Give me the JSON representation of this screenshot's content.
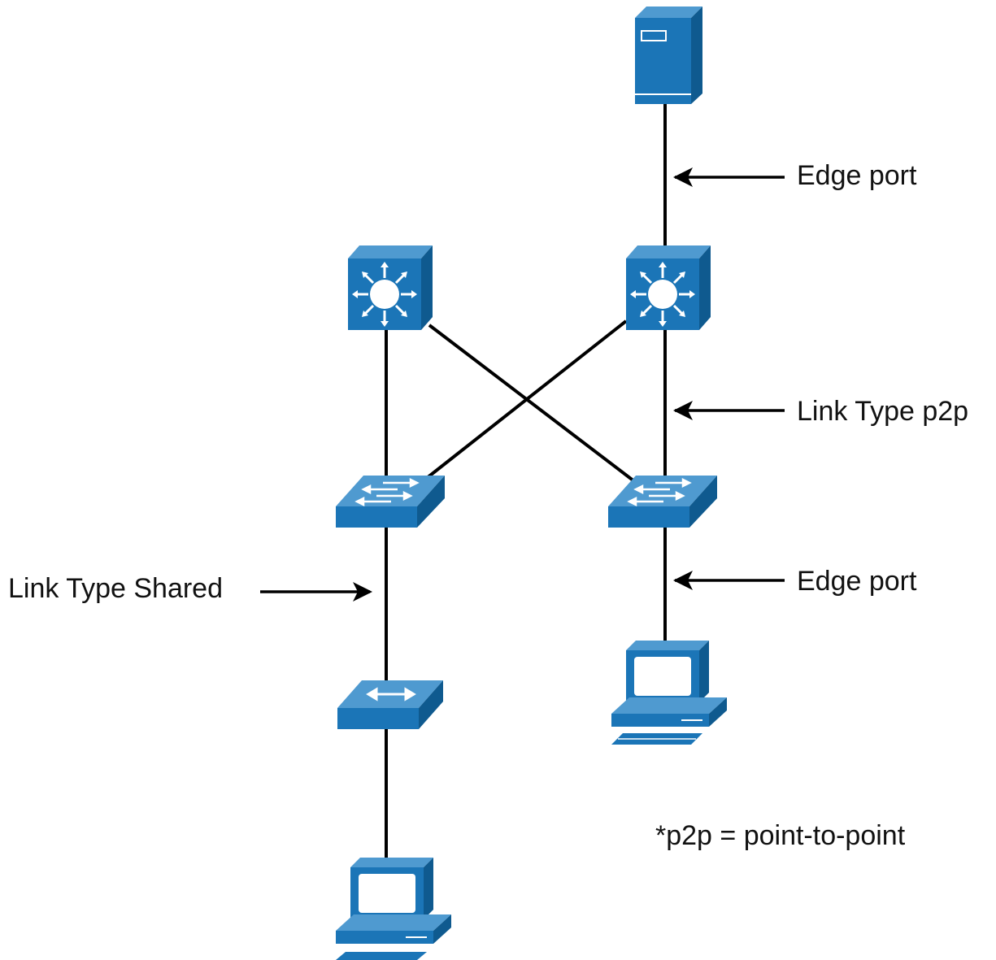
{
  "colors": {
    "device_face": "#1b75b7",
    "device_top": "#4f9ad0",
    "device_side": "#0f5a8f",
    "line": "#000000",
    "text": "#111111"
  },
  "labels": {
    "edge_port_top": "Edge port",
    "link_type_p2p": "Link Type p2p",
    "edge_port_bottom": "Edge port",
    "link_type_shared": "Link Type Shared",
    "footnote": "*p2p = point-to-point"
  },
  "devices": [
    {
      "id": "server",
      "icon": "server-icon"
    },
    {
      "id": "multilayer-switch-left",
      "icon": "multilayer-switch-icon"
    },
    {
      "id": "multilayer-switch-right",
      "icon": "multilayer-switch-icon"
    },
    {
      "id": "access-switch-left",
      "icon": "switch-icon"
    },
    {
      "id": "access-switch-right",
      "icon": "switch-icon"
    },
    {
      "id": "hub",
      "icon": "hub-icon"
    },
    {
      "id": "pc-right",
      "icon": "pc-icon"
    },
    {
      "id": "pc-bottom",
      "icon": "pc-icon"
    }
  ]
}
